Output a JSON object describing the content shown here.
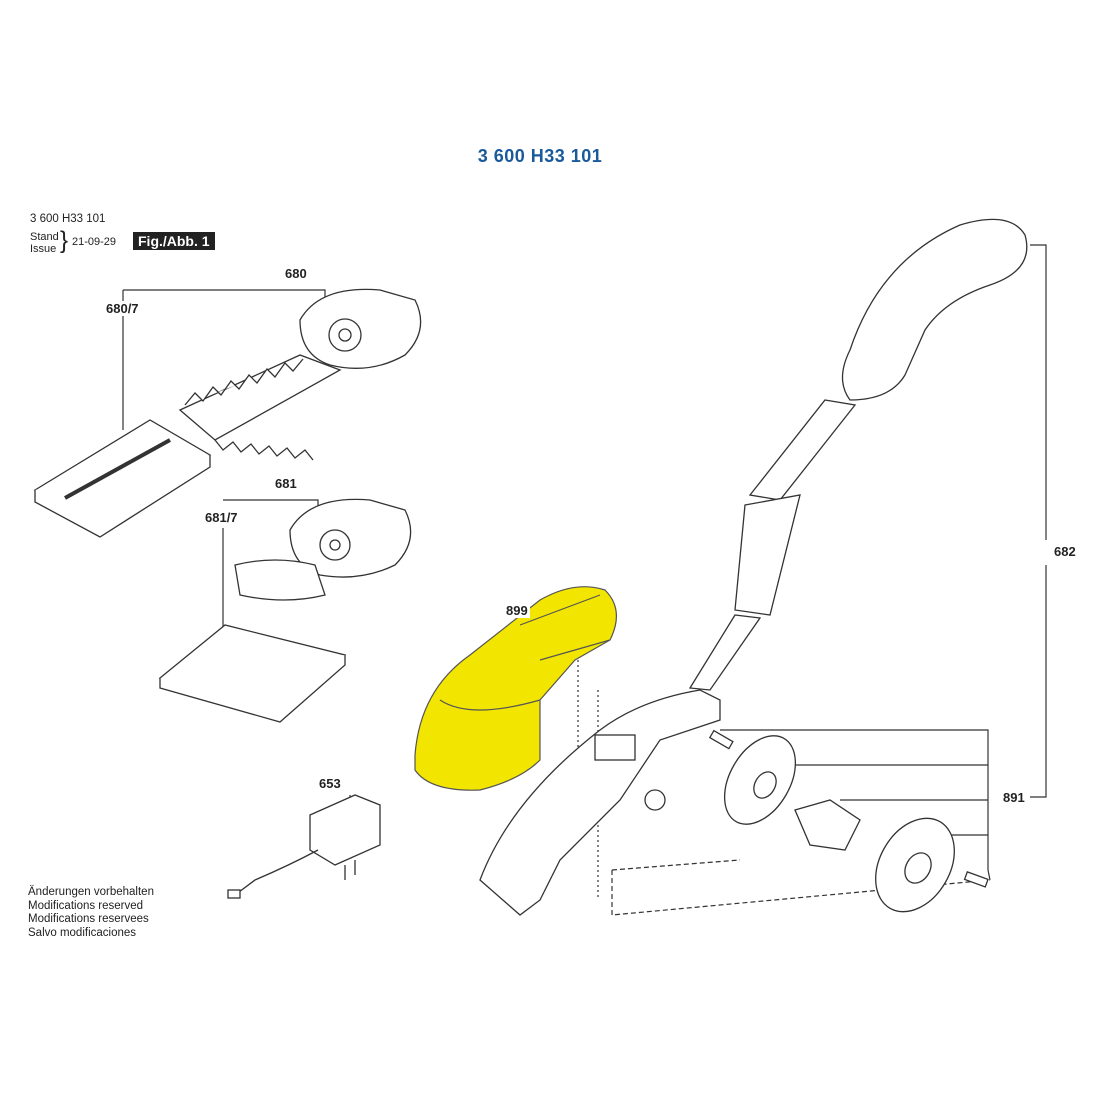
{
  "title": "3 600 H33 101",
  "header": {
    "part_number": "3 600 H33 101",
    "stand_label": "Stand",
    "issue_label": "Issue",
    "date": "21-09-29",
    "figure_label": "Fig./Abb. 1"
  },
  "callouts": {
    "c680": "680",
    "c680_7": "680/7",
    "c681": "681",
    "c681_7": "681/7",
    "c899": "899",
    "c653": "653",
    "c682": "682",
    "c891": "891"
  },
  "notes": [
    "Änderungen vorbehalten",
    "Modifications reserved",
    "Modifications reservees",
    "Salvo modificaciones"
  ],
  "colors": {
    "title": "#1a5a9a",
    "highlight": "#f2e600"
  }
}
